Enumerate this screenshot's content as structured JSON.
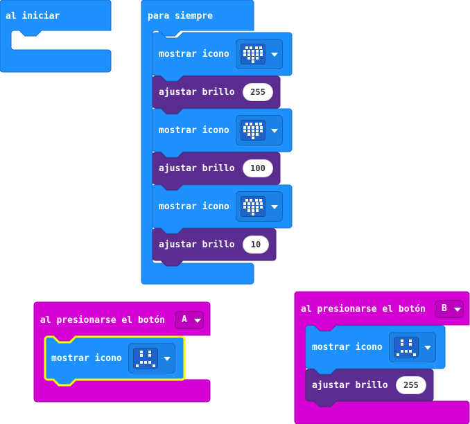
{
  "blocks": {
    "on_start": {
      "label": "al iniciar"
    },
    "forever": {
      "label": "para siempre"
    },
    "show_icon_label": "mostrar icono",
    "set_brightness_label": "ajustar brillo",
    "forever_body": {
      "brightness_1": "255",
      "brightness_2": "100",
      "brightness_3": "10"
    },
    "button_a": {
      "label": "al presionarse el botón",
      "button": "A"
    },
    "button_b": {
      "label": "al presionarse el botón",
      "button": "B",
      "brightness": "255"
    }
  },
  "icons": {
    "heart": "heart-icon",
    "sad": "sad-icon"
  },
  "colors": {
    "basic": "#1e90ff",
    "led": "#5c2d91",
    "input": "#d400d4",
    "highlight": "#ffff00"
  }
}
